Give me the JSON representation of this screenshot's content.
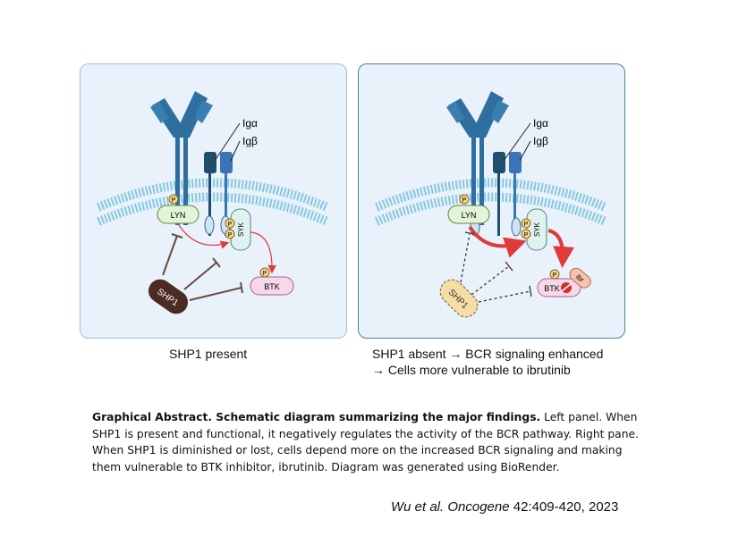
{
  "left_panel": {
    "caption": "SHP1 present",
    "labels": {
      "iga": "Igα",
      "igb": "Igβ",
      "lyn": "LYN",
      "syk": "SYK",
      "btk": "BTK",
      "shp1": "SHP1",
      "p": "P"
    }
  },
  "right_panel": {
    "caption_line1": "SHP1 absent → BCR signaling enhanced",
    "caption_line2": "→ Cells more vulnerable to ibrutinib",
    "labels": {
      "iga": "Igα",
      "igb": "Igβ",
      "lyn": "LYN",
      "syk": "SYK",
      "btk": "BTK",
      "shp1": "SHP1",
      "p": "P",
      "ibr": "ibr"
    }
  },
  "abstract": {
    "bold": "Graphical Abstract. Schematic diagram summarizing the major findings.",
    "body": "  Left panel. When SHP1 is present and functional, it negatively regulates the activity of the BCR pathway.  Right pane.  When SHP1 is diminished or lost, cells depend more on the increased BCR signaling and making them vulnerable to BTK inhibitor, ibrutinib. Diagram was generated using BioRender."
  },
  "citation": {
    "authors": "Wu et al. Oncogene",
    "ref": " 42:409-420, 2023"
  },
  "colors": {
    "panel_bg": "#e9f1fb",
    "receptor": "#2f6f9f",
    "iga": "#1f4f6a",
    "igb": "#3a73b7",
    "membrane": "#86c9df",
    "lyn": "#e3f4d7",
    "syk": "#dff2ef",
    "btk": "#f6d8e8",
    "phospho": "#f2d68b",
    "shp1_present": "#4b2b23",
    "shp1_absent": "#f6dda3",
    "inhibition": "#6a4a3c",
    "activation": "#e03a3a"
  }
}
